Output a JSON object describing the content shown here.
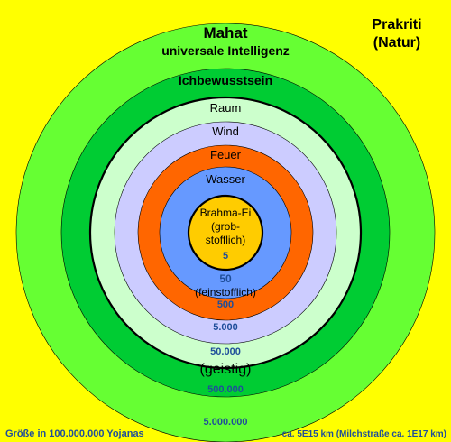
{
  "title": {
    "line1": "Prakriti",
    "line2": "(Natur)"
  },
  "rings": {
    "mahat": {
      "label": "Mahat",
      "sublabel": "universale Intelligenz",
      "size": "5.000.000"
    },
    "ich": {
      "label": "Ichbewusstsein",
      "size": "500.000"
    },
    "raum": {
      "label": "Raum",
      "size": "50.000"
    },
    "wind": {
      "label": "Wind",
      "size": "5.000"
    },
    "feuer": {
      "label": "Feuer",
      "size": "500"
    },
    "wasser": {
      "label": "Wasser",
      "size": "50"
    },
    "brahma": {
      "label_line1": "Brahma-Ei",
      "label_line2": "(grob-",
      "label_line3": "stofflich)",
      "size": "5"
    }
  },
  "annotations": {
    "geistig": "(geistig)",
    "feinstofflich": "(feinstofflich)"
  },
  "footer": {
    "left": "Größe in 100.000.000 Yojanas",
    "right": "ca. 5E15 km (Milchstraße ca. 1E17 km)"
  },
  "colors": {
    "background": "#ffff00",
    "mahat": "#66ff33",
    "ich": "#00cc33",
    "raum": "#ccffcc",
    "wind": "#ccccff",
    "feuer": "#ff6600",
    "wasser": "#6699ff",
    "brahma": "#ffcc00",
    "size_label": "#1f4e9a"
  }
}
